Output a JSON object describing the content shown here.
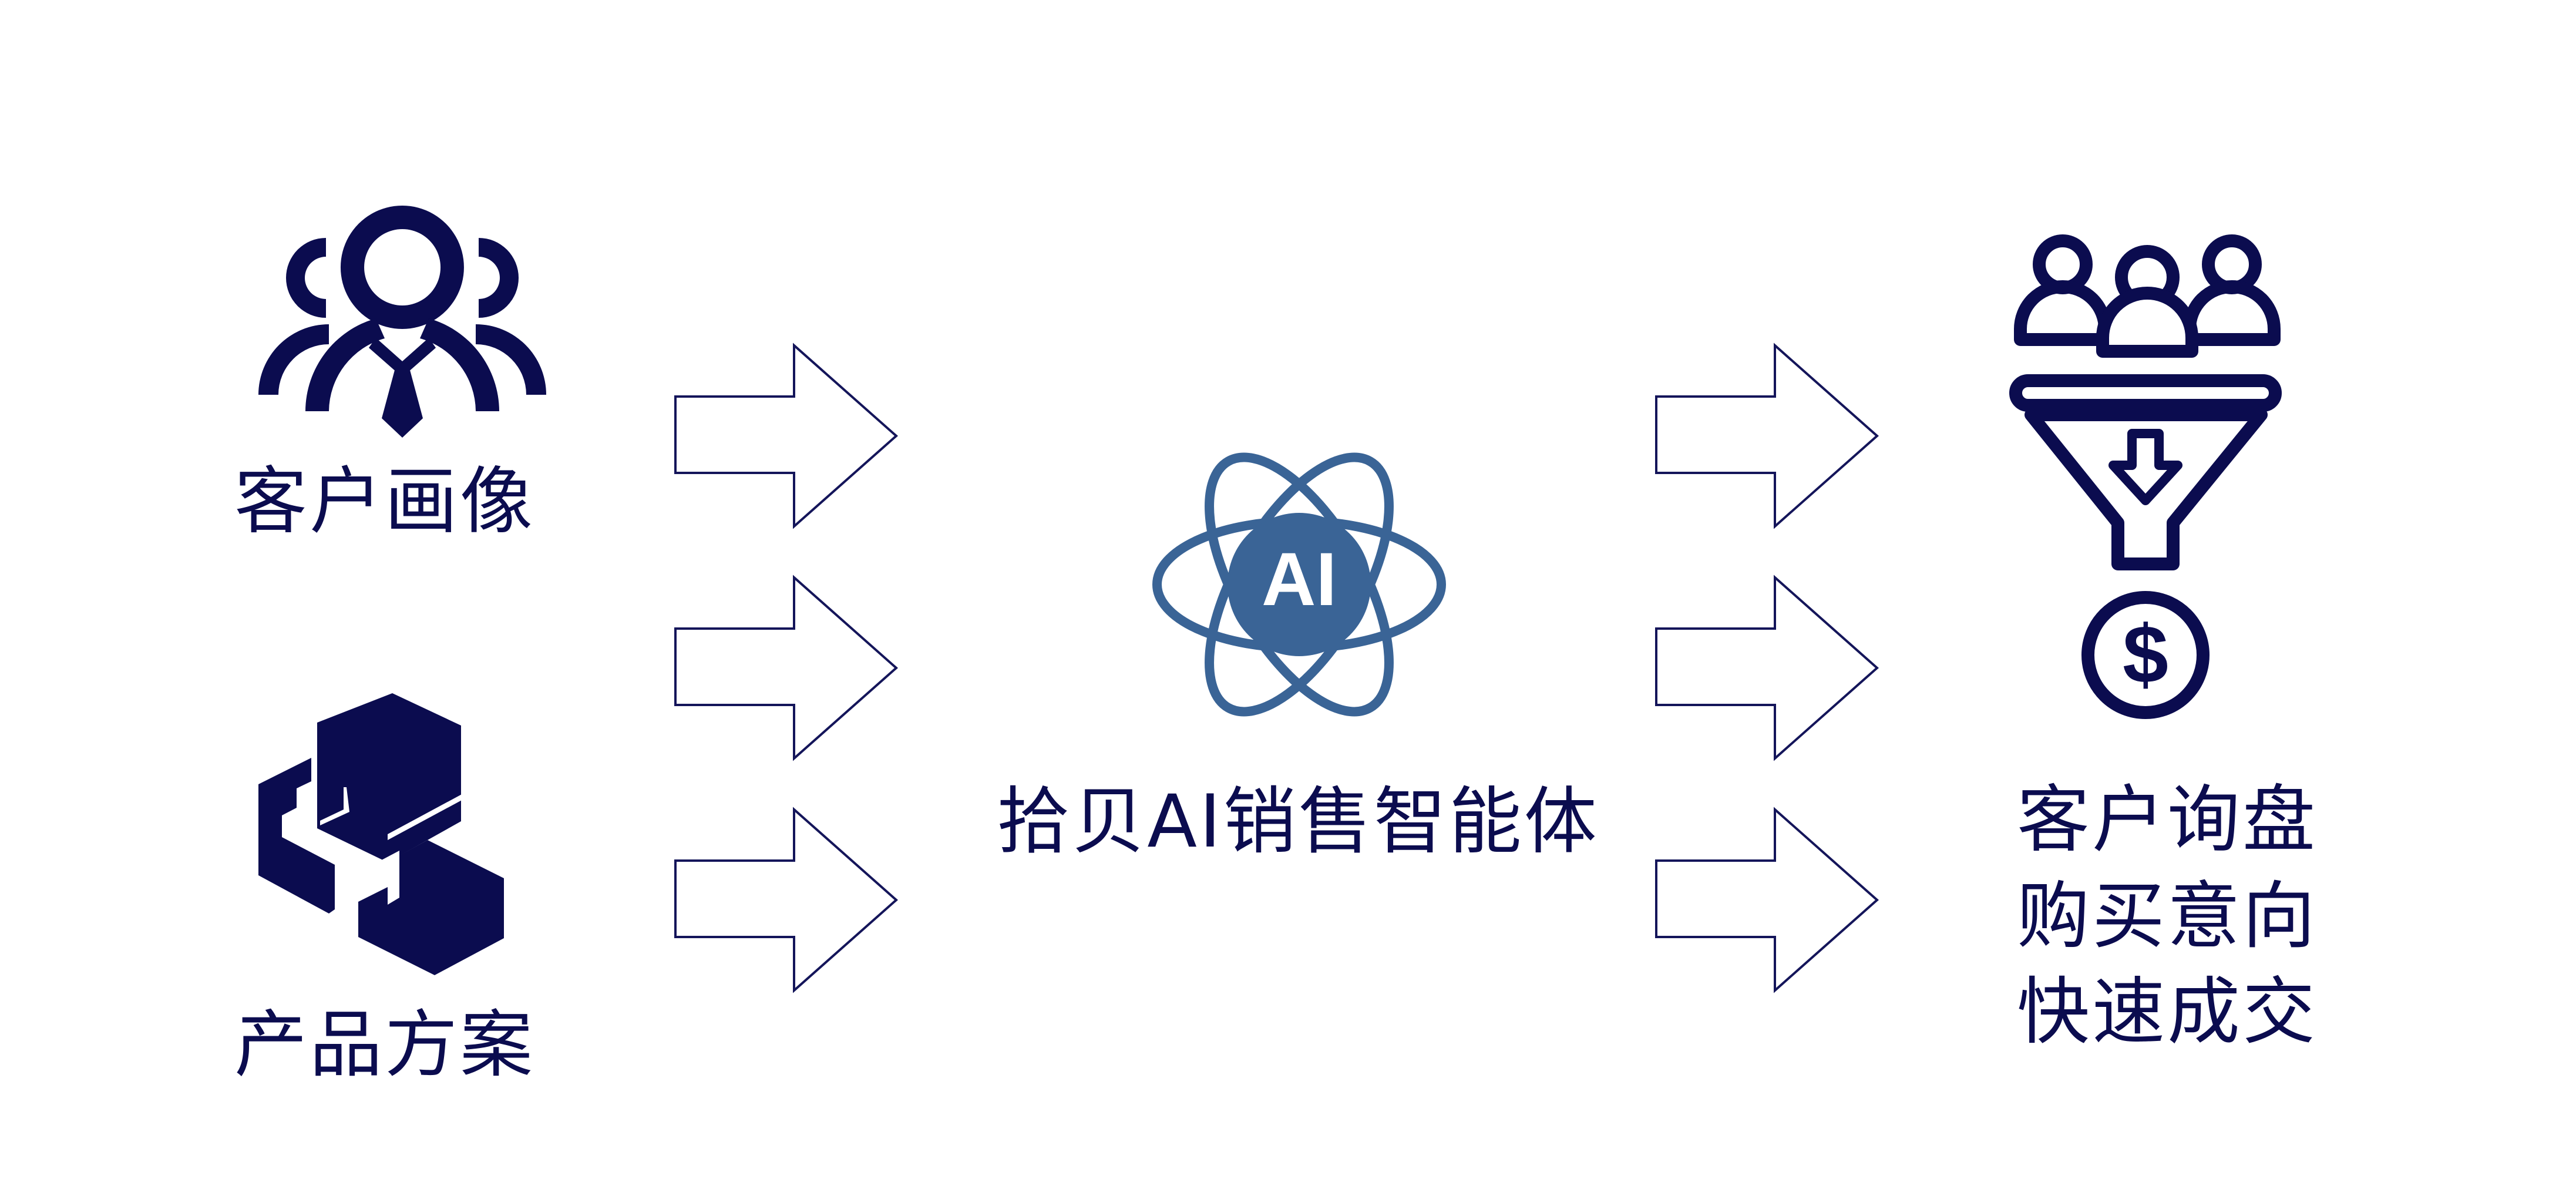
{
  "inputs": [
    {
      "label": "客户画像",
      "icon": "customer-portrait-icon"
    },
    {
      "label": "产品方案",
      "icon": "product-boxes-icon"
    }
  ],
  "agent": {
    "label": "拾贝AI销售智能体",
    "icon": "ai-atom-icon",
    "badge": "AI"
  },
  "outcome": {
    "icon": "sales-funnel-dollar-icon",
    "lines": [
      "客户询盘",
      "购买意向",
      "快速成交"
    ]
  },
  "colors": {
    "navy": "#0b0c4f",
    "agent_blue": "#3a6496",
    "arrow_stroke": "#14155a",
    "background": "#ffffff"
  },
  "arrow_icon": "right-arrow-outline-icon"
}
